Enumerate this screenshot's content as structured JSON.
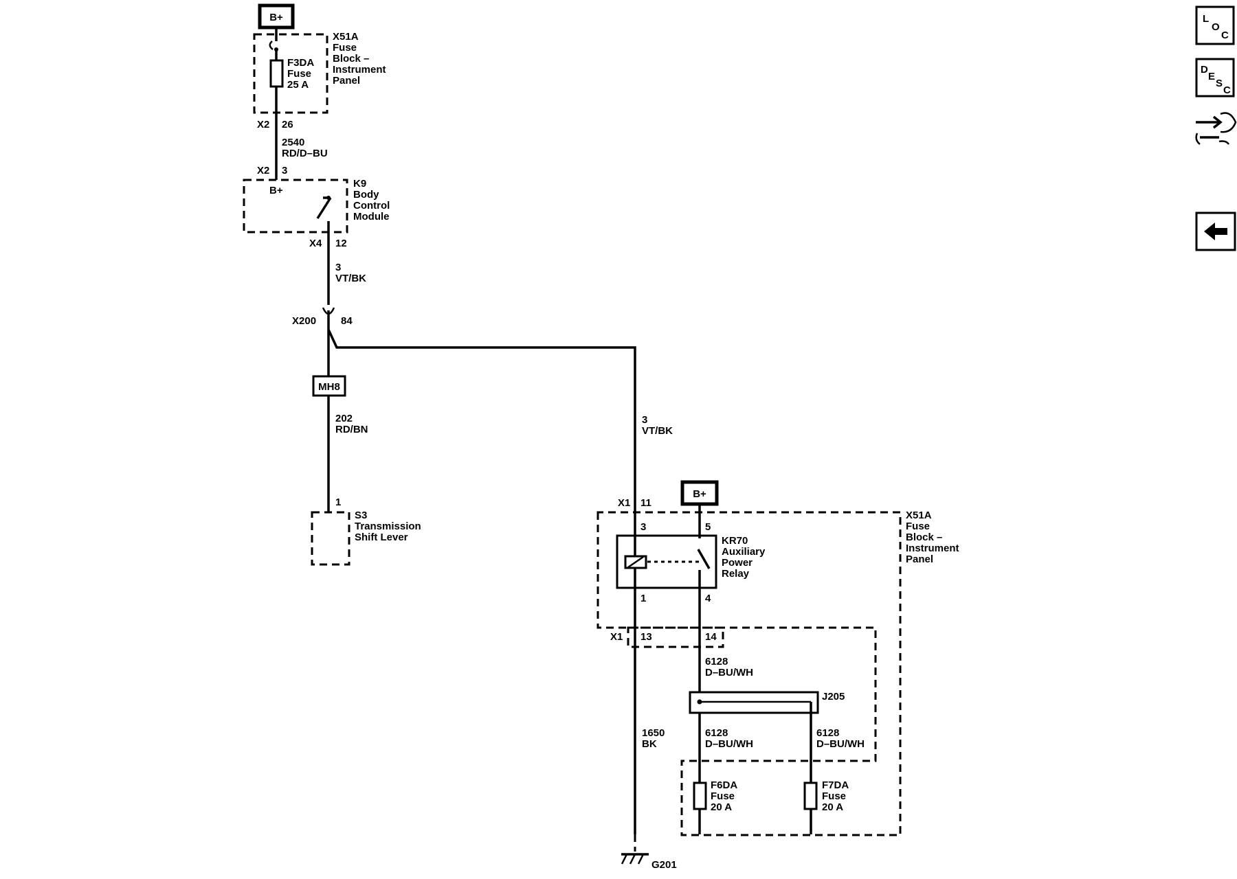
{
  "power": {
    "top_bplus": "B+",
    "relay_bplus": "B+"
  },
  "fuse_block_top": {
    "lines": [
      "X51A",
      "Fuse",
      "Block –",
      "Instrument",
      "Panel"
    ],
    "fuse_lines": [
      "F3DA",
      "Fuse",
      "25 A"
    ],
    "connector": "X2",
    "pin": "26"
  },
  "wire_2540": {
    "lines": [
      "2540",
      "RD/D–BU"
    ]
  },
  "bcm": {
    "lines": [
      "K9",
      "Body",
      "Control",
      "Module"
    ],
    "in_connector": "X2",
    "in_pin": "3",
    "bplus": "B+",
    "out_connector": "X4",
    "out_pin": "12"
  },
  "wire_3_left": {
    "lines": [
      "3",
      "VT/BK"
    ]
  },
  "inline_connector": {
    "name": "X200",
    "pin": "84"
  },
  "mh8": {
    "label": "MH8"
  },
  "wire_202": {
    "lines": [
      "202",
      "RD/BN"
    ]
  },
  "shift_lever": {
    "pin": "1",
    "lines": [
      "S3",
      "Transmission",
      "Shift Lever"
    ]
  },
  "wire_3_right": {
    "lines": [
      "3",
      "VT/BK"
    ]
  },
  "fuse_block_bottom": {
    "lines": [
      "X51A",
      "Fuse",
      "Block –",
      "Instrument",
      "Panel"
    ],
    "x1_top_connector": "X1",
    "x1_top_pin": "11",
    "x1_bottom_connector": "X1",
    "pin_13": "13",
    "pin_14": "14"
  },
  "relay": {
    "lines": [
      "KR70",
      "Auxiliary",
      "Power",
      "Relay"
    ],
    "pin_3": "3",
    "pin_5": "5",
    "pin_1": "1",
    "pin_4": "4"
  },
  "wire_6128_top": {
    "lines": [
      "6128",
      "D–BU/WH"
    ]
  },
  "splice": {
    "label": "J205"
  },
  "wire_1650": {
    "lines": [
      "1650",
      "BK"
    ]
  },
  "wire_6128_left": {
    "lines": [
      "6128",
      "D–BU/WH"
    ]
  },
  "wire_6128_right": {
    "lines": [
      "6128",
      "D–BU/WH"
    ]
  },
  "fuse_f6da": {
    "lines": [
      "F6DA",
      "Fuse",
      "20 A"
    ]
  },
  "fuse_f7da": {
    "lines": [
      "F7DA",
      "Fuse",
      "20 A"
    ]
  },
  "ground": {
    "label": "G201"
  },
  "side_buttons": {
    "loc": {
      "letters": [
        "L",
        "O",
        "C"
      ]
    },
    "desc": {
      "letters": [
        "D",
        "E",
        "S",
        "C"
      ]
    }
  }
}
